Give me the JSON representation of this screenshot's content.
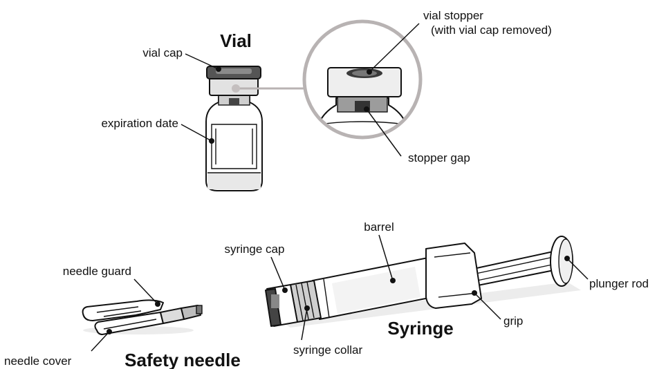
{
  "titles": {
    "vial": "Vial",
    "syringe": "Syringe",
    "safety_needle": "Safety needle"
  },
  "labels": {
    "vial_cap": "vial cap",
    "vial_stopper_line1": "vial stopper",
    "vial_stopper_line2": "(with vial cap removed)",
    "expiration_date": "expiration date",
    "stopper_gap": "stopper gap",
    "barrel": "barrel",
    "syringe_cap": "syringe cap",
    "needle_guard": "needle guard",
    "plunger_rod": "plunger rod",
    "grip": "grip",
    "syringe_collar": "syringe collar",
    "needle_cover": "needle cover"
  },
  "colors": {
    "outline": "#111111",
    "light_gray": "#e6e6e6",
    "mid_gray": "#9a9a9a",
    "dark_gray": "#555555",
    "zoom_ring": "#b8b3b3",
    "shadow": "#e4e4e4"
  }
}
